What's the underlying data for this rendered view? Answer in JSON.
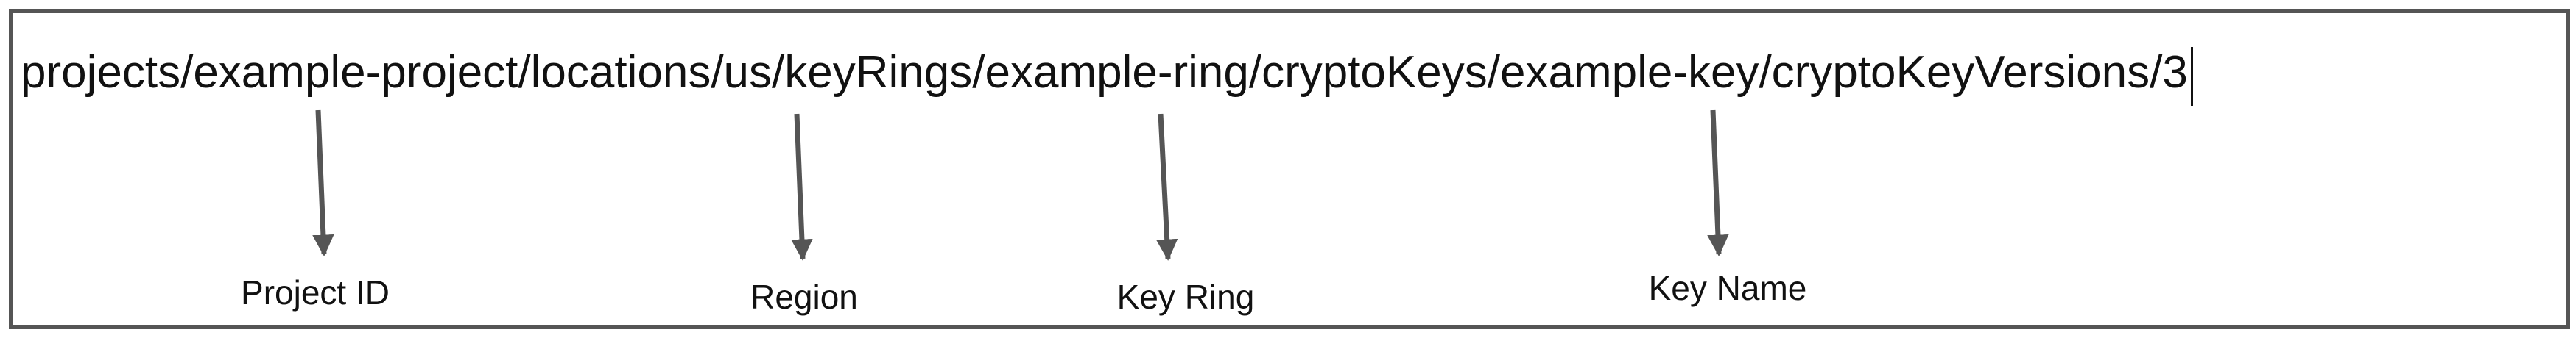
{
  "path": "projects/example-project/locations/us/keyRings/example-ring/cryptoKeys/example-key/cryptoKeyVersions/3",
  "labels": {
    "project_id": "Project ID",
    "region": "Region",
    "key_ring": "Key Ring",
    "key_name": "Key Name"
  },
  "colors": {
    "arrow": "#555555",
    "border": "#555555",
    "text": "#111111"
  }
}
